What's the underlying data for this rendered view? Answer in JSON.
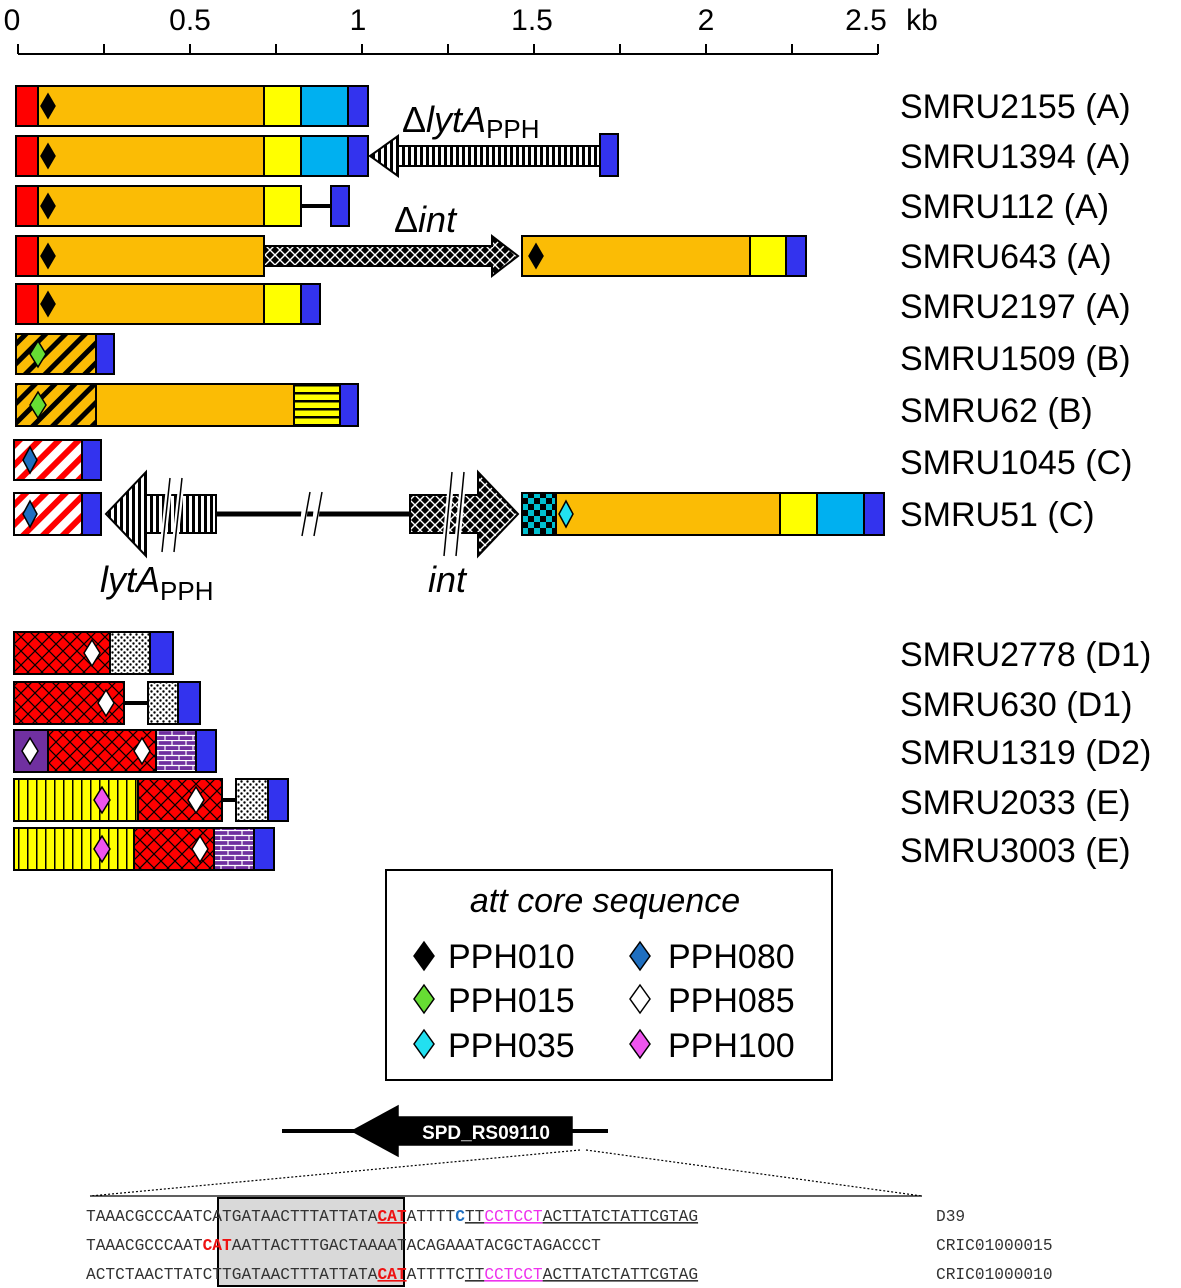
{
  "scale": {
    "ticks": [
      "0",
      "0.5",
      "1",
      "1.5",
      "2",
      "2.5"
    ],
    "unit": "kb"
  },
  "strains": [
    {
      "label": "SMRU2155 (A)"
    },
    {
      "label": "SMRU1394 (A)"
    },
    {
      "label": "SMRU112 (A)"
    },
    {
      "label": "SMRU643 (A)"
    },
    {
      "label": "SMRU2197 (A)"
    },
    {
      "label": "SMRU1509 (B)"
    },
    {
      "label": "SMRU62 (B)"
    },
    {
      "label": "SMRU1045 (C)"
    },
    {
      "label": "SMRU51 (C)"
    },
    {
      "label": "SMRU2778 (D1)"
    },
    {
      "label": "SMRU630 (D1)"
    },
    {
      "label": "SMRU1319 (D2)"
    },
    {
      "label": "SMRU2033 (E)"
    },
    {
      "label": "SMRU3003 (E)"
    }
  ],
  "gene_labels": {
    "delta_lyta": {
      "delta": "Δ",
      "main": "lytA",
      "sub": "PPH"
    },
    "delta_int": {
      "delta": "Δ",
      "main": "int"
    },
    "lyta": {
      "main": "lytA",
      "sub": "PPH"
    },
    "int": {
      "main": "int"
    }
  },
  "legend": {
    "title": "att core sequence",
    "items": [
      {
        "label": "PPH010",
        "color": "#000000"
      },
      {
        "label": "PPH080",
        "color": "#1f6fc0"
      },
      {
        "label": "PPH015",
        "color": "#66dd33"
      },
      {
        "label": "PPH085",
        "color": "#ffffff"
      },
      {
        "label": "PPH035",
        "color": "#22e0f0"
      },
      {
        "label": "PPH100",
        "color": "#ee55ee"
      }
    ]
  },
  "gene_arrow": {
    "label": "SPD_RS09110"
  },
  "sequences": [
    {
      "label": "D39",
      "segments": [
        "TAAACGCCCA",
        "ATCATGATAACTTT",
        "ATTATA",
        "CAT",
        "ATTTT",
        "C",
        "TT",
        "CCTCCT",
        "ACTTATCTATTCGTAG"
      ]
    },
    {
      "label": "CRIC01000015",
      "segments": [
        "TAAACGCCCA",
        "AT",
        "CAT",
        "AATTACTTT",
        "GACTAAAATACAGAAATACGCTAGACCCT"
      ]
    },
    {
      "label": "CRIC01000010",
      "segments": [
        "ACTCTAACTT",
        "ATCTTGATAACTTT",
        "ATTATA",
        "CAT",
        "ATTTT",
        "C",
        "TT",
        "CCTCCT",
        "ACTTATCTATTCGTAG"
      ]
    }
  ],
  "colors": {
    "orange": "#fbbc05",
    "yellow": "#ffff00",
    "red": "#ff0000",
    "blue": "#3333ee",
    "cyan": "#00b0f0",
    "purple": "#7030a0",
    "magenta_text": "#ee33ee",
    "red_text": "#ee1111",
    "blue_text": "#1f6fc0"
  }
}
